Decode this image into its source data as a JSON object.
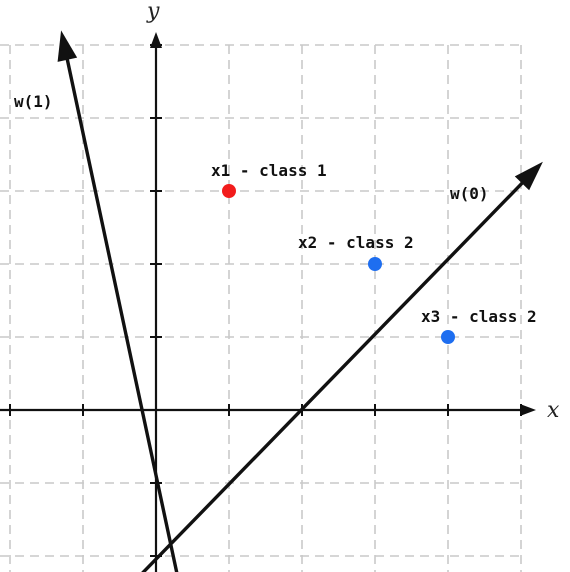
{
  "axes": {
    "x_label": "x",
    "y_label": "y"
  },
  "points": [
    {
      "label": "x1 - class 1",
      "x": 1,
      "y": 3,
      "color": "#f21c1c"
    },
    {
      "label": "x2 - class 2",
      "x": 3,
      "y": 2,
      "color": "#1e6ef0"
    },
    {
      "label": "x3 - class 2",
      "x": 4,
      "y": 1,
      "color": "#1e6ef0"
    }
  ],
  "vectors": [
    {
      "label": "w(0)",
      "from": [
        -0.25,
        -2.3
      ],
      "to": [
        5.3,
        3.4
      ]
    },
    {
      "label": "w(1)",
      "from": [
        0.3,
        -2.3
      ],
      "to": [
        -1.3,
        5.2
      ]
    }
  ],
  "grid": true,
  "xlim": [
    -2.1,
    5.7
  ],
  "ylim": [
    -2.3,
    5.5
  ]
}
